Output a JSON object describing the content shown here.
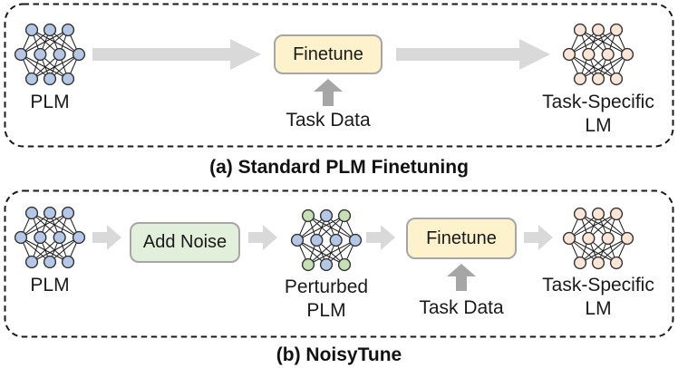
{
  "colors": {
    "background": "#ffffff",
    "panel_border": "#1a1a1a",
    "arrow_light": "#d9d9d9",
    "arrow_dark": "#a6a6a6",
    "finetune_box_fill": "#fdf2cc",
    "finetune_box_border": "#a6a6a6",
    "add_noise_box_fill": "#e2efda",
    "add_noise_box_border": "#a6a6a6",
    "node_fills": {
      "blue": "#b4c7e7",
      "green": "#c5e0b4",
      "peach": "#fbe5d6"
    },
    "node_stroke": "#333333",
    "edge_stroke": "#1a1a1a",
    "text": "#1a1a1a"
  },
  "panel_a": {
    "caption": "(a) Standard PLM Finetuning",
    "plm_label": "PLM",
    "finetune_label": "Finetune",
    "task_data_label": "Task Data",
    "output_label_line1": "Task-Specific",
    "output_label_line2": "LM"
  },
  "panel_b": {
    "caption": "(b) NoisyTune",
    "plm_label": "PLM",
    "add_noise_label": "Add Noise",
    "perturbed_label_line1": "Perturbed",
    "perturbed_label_line2": "PLM",
    "finetune_label": "Finetune",
    "task_data_label": "Task Data",
    "output_label_line1": "Task-Specific",
    "output_label_line2": "LM"
  },
  "networks": {
    "plm_a": {
      "rows": [
        [
          "blue",
          "blue",
          "blue"
        ],
        [
          "blue",
          "blue",
          "blue",
          "blue"
        ],
        [
          "blue",
          "blue",
          "blue"
        ]
      ]
    },
    "task_specific_a": {
      "rows": [
        [
          "peach",
          "peach",
          "peach"
        ],
        [
          "peach",
          "peach",
          "peach",
          "peach"
        ],
        [
          "peach",
          "peach",
          "peach"
        ]
      ]
    },
    "plm_b": {
      "rows": [
        [
          "blue",
          "blue",
          "blue"
        ],
        [
          "blue",
          "blue",
          "blue",
          "blue"
        ],
        [
          "blue",
          "blue",
          "blue"
        ]
      ]
    },
    "perturbed_b": {
      "rows": [
        [
          "green",
          "blue",
          "green"
        ],
        [
          "blue",
          "blue",
          "blue",
          "blue"
        ],
        [
          "green",
          "blue",
          "green"
        ]
      ]
    },
    "task_specific_b": {
      "rows": [
        [
          "peach",
          "peach",
          "peach"
        ],
        [
          "peach",
          "peach",
          "peach",
          "peach"
        ],
        [
          "peach",
          "peach",
          "peach"
        ]
      ]
    }
  }
}
